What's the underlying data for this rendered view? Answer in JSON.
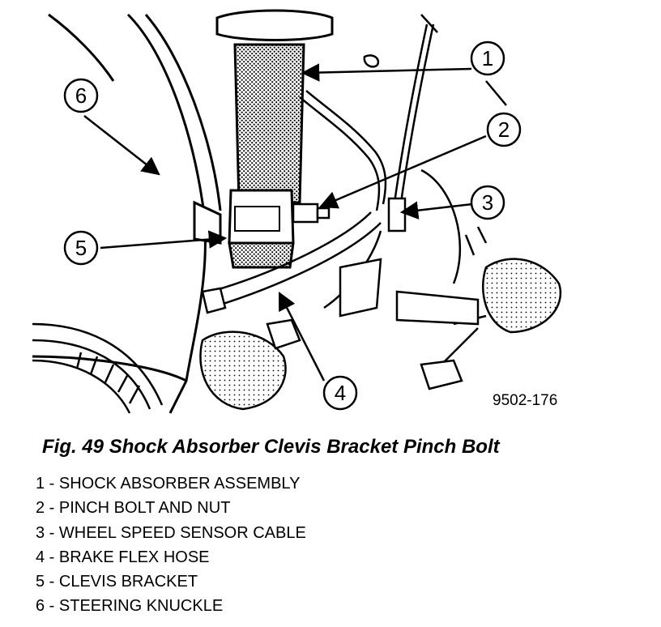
{
  "figure": {
    "code": "9502-176",
    "callouts": [
      "1",
      "2",
      "3",
      "4",
      "5",
      "6"
    ]
  },
  "caption": "Fig. 49 Shock Absorber Clevis Bracket Pinch Bolt",
  "legend": [
    "1 - SHOCK ABSORBER ASSEMBLY",
    "2 - PINCH BOLT AND NUT",
    "3 - WHEEL SPEED SENSOR CABLE",
    "4 - BRAKE FLEX HOSE",
    "5 - CLEVIS BRACKET",
    "6 - STEERING KNUCKLE"
  ]
}
